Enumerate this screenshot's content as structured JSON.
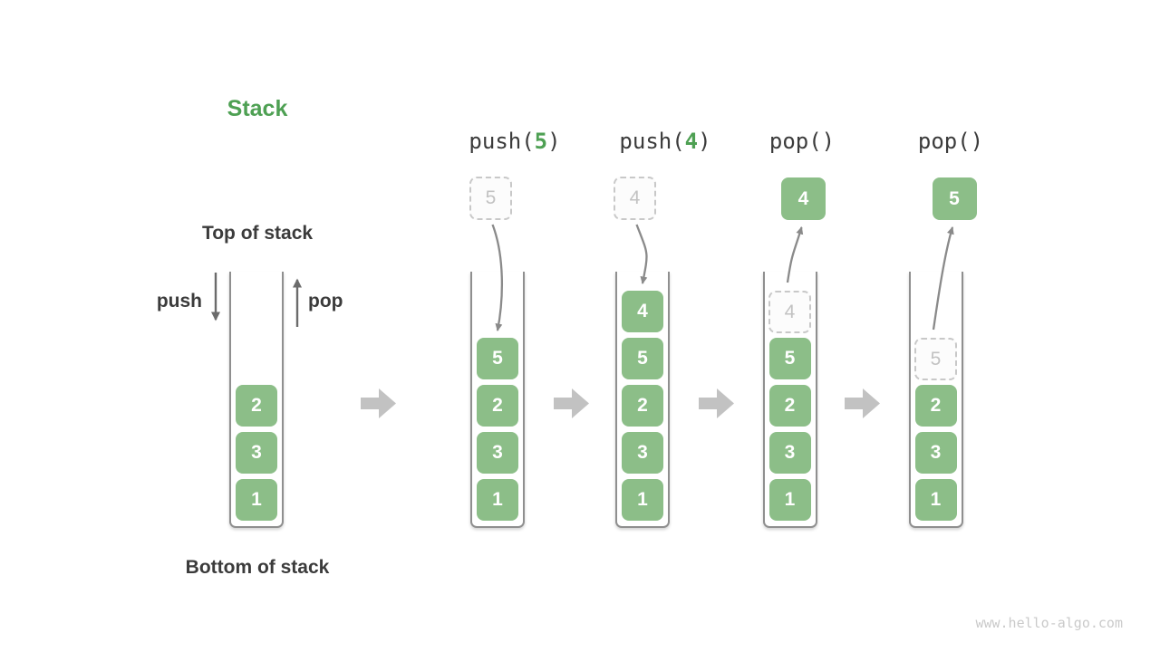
{
  "title": "Stack",
  "labels": {
    "top_of_stack": "Top of stack",
    "bottom_of_stack": "Bottom of stack",
    "push": "push",
    "pop": "pop"
  },
  "watermark": "www.hello-algo.com",
  "colors": {
    "item_green": "#8CBE88",
    "accent_green": "#4EA053",
    "text_dark": "#3B3B3B",
    "arrow_gray": "#8A8A8A",
    "transition_gray": "#C2C2C2",
    "ghost_gray": "#C2C2C2",
    "ghost_border": "#C8C8C8",
    "container_border": "#8F8F8F",
    "watermark_gray": "#CACACA"
  },
  "stacks": [
    {
      "name": "initial-stack",
      "operation": null,
      "floating_box": null,
      "flow": null,
      "items": [
        {
          "v": "2",
          "ghost": false
        },
        {
          "v": "3",
          "ghost": false
        },
        {
          "v": "1",
          "ghost": false
        }
      ]
    },
    {
      "name": "stack-after-push-5",
      "operation": {
        "prefix": "push(",
        "arg": "5",
        "suffix": ")"
      },
      "floating_box": {
        "kind": "ghost",
        "value": "5"
      },
      "flow": "into-stack",
      "items": [
        {
          "v": "5",
          "ghost": false
        },
        {
          "v": "2",
          "ghost": false
        },
        {
          "v": "3",
          "ghost": false
        },
        {
          "v": "1",
          "ghost": false
        }
      ]
    },
    {
      "name": "stack-after-push-4",
      "operation": {
        "prefix": "push(",
        "arg": "4",
        "suffix": ")"
      },
      "floating_box": {
        "kind": "ghost",
        "value": "4"
      },
      "flow": "into-stack",
      "items": [
        {
          "v": "4",
          "ghost": false
        },
        {
          "v": "5",
          "ghost": false
        },
        {
          "v": "2",
          "ghost": false
        },
        {
          "v": "3",
          "ghost": false
        },
        {
          "v": "1",
          "ghost": false
        }
      ]
    },
    {
      "name": "stack-after-pop-4",
      "operation": {
        "prefix": "pop()",
        "arg": "",
        "suffix": ""
      },
      "floating_box": {
        "kind": "solid",
        "value": "4"
      },
      "flow": "out-of-stack",
      "items": [
        {
          "v": "4",
          "ghost": true
        },
        {
          "v": "5",
          "ghost": false
        },
        {
          "v": "2",
          "ghost": false
        },
        {
          "v": "3",
          "ghost": false
        },
        {
          "v": "1",
          "ghost": false
        }
      ]
    },
    {
      "name": "stack-after-pop-5",
      "operation": {
        "prefix": "pop()",
        "arg": "",
        "suffix": ""
      },
      "floating_box": {
        "kind": "solid",
        "value": "5"
      },
      "flow": "out-of-stack",
      "items": [
        {
          "v": "5",
          "ghost": true
        },
        {
          "v": "2",
          "ghost": false
        },
        {
          "v": "3",
          "ghost": false
        },
        {
          "v": "1",
          "ghost": false
        }
      ]
    }
  ],
  "transition_arrow_count": 4
}
